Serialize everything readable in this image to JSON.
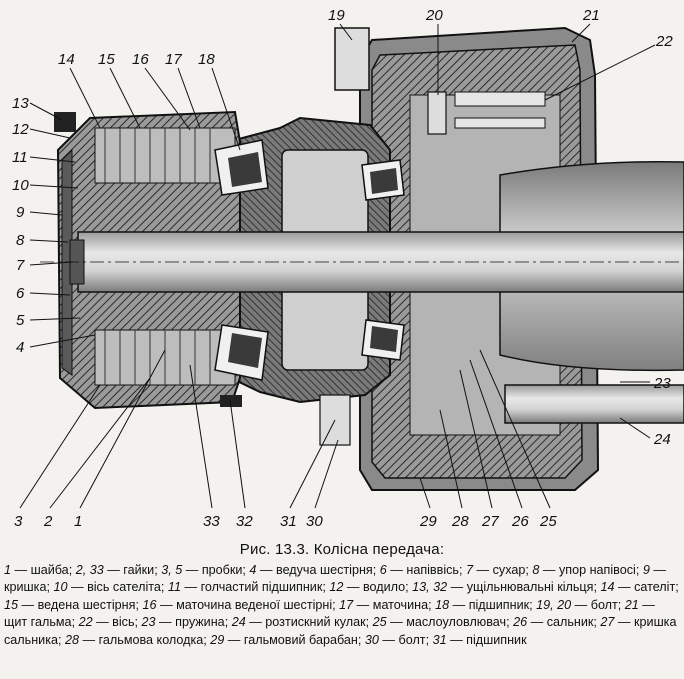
{
  "figure": {
    "title": "Рис. 13.3. Колісна передача:",
    "legend": [
      {
        "num": "1",
        "text": "шайба"
      },
      {
        "num": "2, 33",
        "text": "гайки"
      },
      {
        "num": "3, 5",
        "text": "пробки"
      },
      {
        "num": "4",
        "text": "ведуча шестірня"
      },
      {
        "num": "6",
        "text": "напіввісь"
      },
      {
        "num": "7",
        "text": "сухар"
      },
      {
        "num": "8",
        "text": "упор напівосі"
      },
      {
        "num": "9",
        "text": "кришка"
      },
      {
        "num": "10",
        "text": "вісь сателіта"
      },
      {
        "num": "11",
        "text": "голчастий підшипник"
      },
      {
        "num": "12",
        "text": "водило"
      },
      {
        "num": "13, 32",
        "text": "ущільнювальні кільця"
      },
      {
        "num": "14",
        "text": "сателіт"
      },
      {
        "num": "15",
        "text": "ведена шестірня"
      },
      {
        "num": "16",
        "text": "маточина веденої шестірні"
      },
      {
        "num": "17",
        "text": "маточина"
      },
      {
        "num": "18",
        "text": "підшипник"
      },
      {
        "num": "19, 20",
        "text": "болт"
      },
      {
        "num": "21",
        "text": "щит гальма"
      },
      {
        "num": "22",
        "text": "вісь"
      },
      {
        "num": "23",
        "text": "пружина"
      },
      {
        "num": "24",
        "text": "розтискний кулак"
      },
      {
        "num": "25",
        "text": "маслоуловлювач"
      },
      {
        "num": "26",
        "text": "сальник"
      },
      {
        "num": "27",
        "text": "кришка сальника"
      },
      {
        "num": "28",
        "text": "гальмова колодка"
      },
      {
        "num": "29",
        "text": "гальмовий барабан"
      },
      {
        "num": "30",
        "text": "болт"
      },
      {
        "num": "31",
        "text": "підшипник"
      }
    ],
    "callouts": [
      "1",
      "2",
      "3",
      "4",
      "5",
      "6",
      "7",
      "8",
      "9",
      "10",
      "11",
      "12",
      "13",
      "14",
      "15",
      "16",
      "17",
      "18",
      "19",
      "20",
      "21",
      "22",
      "23",
      "24",
      "25",
      "26",
      "27",
      "28",
      "29",
      "30",
      "31",
      "32",
      "33"
    ],
    "colors": {
      "hatch": "#2a2a2a",
      "gray": "#8c8c8c",
      "light": "#e2e0dc",
      "ink": "#111111"
    }
  }
}
